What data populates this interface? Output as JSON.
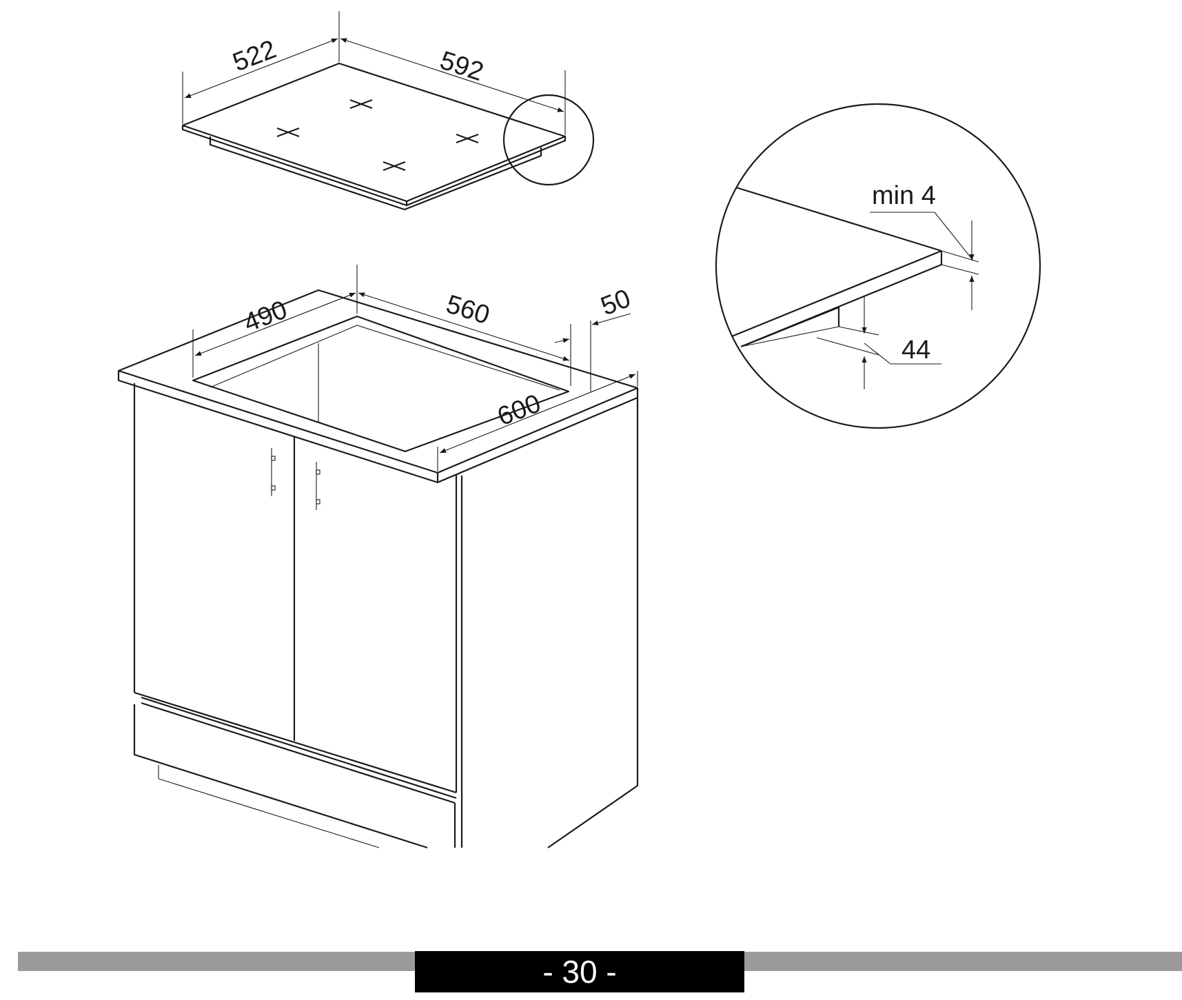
{
  "hob": {
    "dim_depth": "522",
    "dim_width": "592"
  },
  "cabinet": {
    "dim_cutout_depth": "490",
    "dim_cutout_width": "560",
    "dim_front_gap": "50",
    "dim_worktop_depth": "600"
  },
  "detail": {
    "dim_clearance": "min 4",
    "dim_thickness": "44"
  },
  "footer": {
    "page_number": "- 30 -"
  }
}
